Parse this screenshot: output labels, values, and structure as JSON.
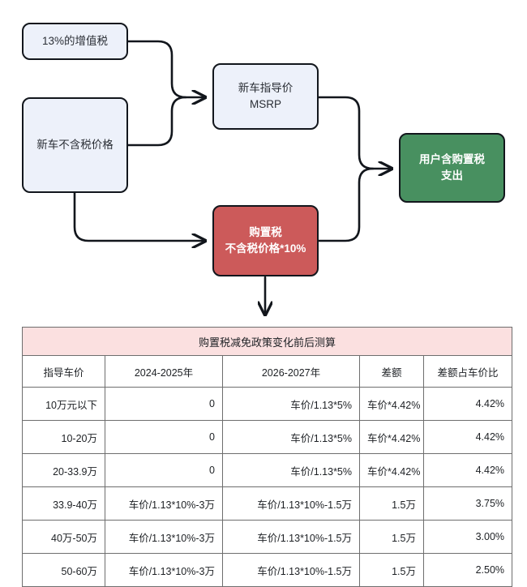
{
  "flow": {
    "nodes": [
      {
        "id": "vat",
        "lines": [
          "13%的增值税"
        ],
        "style": "plain"
      },
      {
        "id": "price",
        "lines": [
          "新车不含税价格"
        ],
        "style": "plain"
      },
      {
        "id": "msrp",
        "lines": [
          "新车指导价",
          "MSRP"
        ],
        "style": "plain"
      },
      {
        "id": "tax",
        "lines": [
          "购置税",
          "不含税价格*10%"
        ],
        "style": "red"
      },
      {
        "id": "out",
        "lines": [
          "用户含购置税",
          "支出"
        ],
        "style": "green"
      }
    ]
  },
  "colors": {
    "plain_fill": "#edf1fa",
    "red_fill": "#cc5a5a",
    "green_fill": "#489060",
    "table_title_fill": "#fbe0e0",
    "stroke": "#12161c",
    "table_border": "#6e6e6e"
  },
  "table": {
    "title": "购置税减免政策变化前后测算",
    "headers": [
      "指导车价",
      "2024-2025年",
      "2026-2027年",
      "差额",
      "差额占车价比"
    ],
    "rows": [
      [
        "10万元以下",
        "0",
        "车价/1.13*5%",
        "车价*4.42%",
        "4.42%"
      ],
      [
        "10-20万",
        "0",
        "车价/1.13*5%",
        "车价*4.42%",
        "4.42%"
      ],
      [
        "20-33.9万",
        "0",
        "车价/1.13*5%",
        "车价*4.42%",
        "4.42%"
      ],
      [
        "33.9-40万",
        "车价/1.13*10%-3万",
        "车价/1.13*10%-1.5万",
        "1.5万",
        "3.75%"
      ],
      [
        "40万-50万",
        "车价/1.13*10%-3万",
        "车价/1.13*10%-1.5万",
        "1.5万",
        "3.00%"
      ],
      [
        "50-60万",
        "车价/1.13*10%-3万",
        "车价/1.13*10%-1.5万",
        "1.5万",
        "2.50%"
      ]
    ]
  }
}
